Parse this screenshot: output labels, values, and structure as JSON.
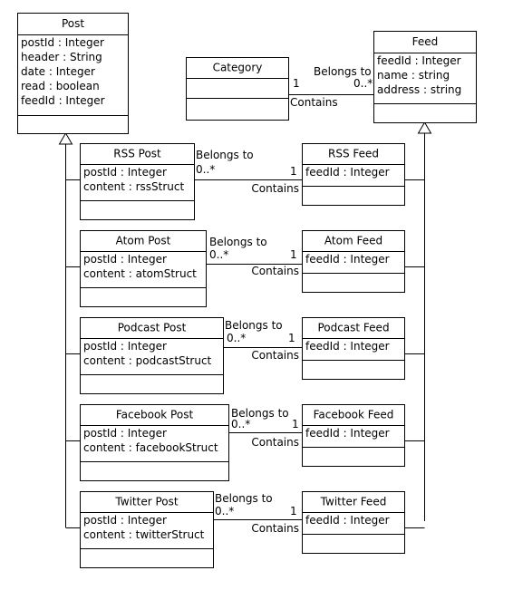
{
  "classes": [
    {
      "id": "post",
      "name": "Post",
      "attributes": [
        "postId : Integer",
        "header : String",
        "date : Integer",
        "read : boolean",
        "feedId : Integer"
      ]
    },
    {
      "id": "category",
      "name": "Category",
      "attributes": []
    },
    {
      "id": "feed",
      "name": "Feed",
      "attributes": [
        "feedId : Integer",
        "name : string",
        "address : string"
      ]
    },
    {
      "id": "rss-post",
      "name": "RSS Post",
      "attributes": [
        "postId : Integer",
        "content : rssStruct"
      ]
    },
    {
      "id": "rss-feed",
      "name": "RSS Feed",
      "attributes": [
        "feedId : Integer"
      ]
    },
    {
      "id": "atom-post",
      "name": "Atom Post",
      "attributes": [
        "postId : Integer",
        "content : atomStruct"
      ]
    },
    {
      "id": "atom-feed",
      "name": "Atom Feed",
      "attributes": [
        "feedId : Integer"
      ]
    },
    {
      "id": "podcast-post",
      "name": "Podcast Post",
      "attributes": [
        "postId : Integer",
        "content : podcastStruct"
      ]
    },
    {
      "id": "podcast-feed",
      "name": "Podcast Feed",
      "attributes": [
        "feedId : Integer"
      ]
    },
    {
      "id": "facebook-post",
      "name": "Facebook Post",
      "attributes": [
        "postId : Integer",
        "content : facebookStruct"
      ]
    },
    {
      "id": "facebook-feed",
      "name": "Facebook Feed",
      "attributes": [
        "feedId : Integer"
      ]
    },
    {
      "id": "twitter-post",
      "name": "Twitter Post",
      "attributes": [
        "postId : Integer",
        "content : twitterStruct"
      ]
    },
    {
      "id": "twitter-feed",
      "name": "Twitter Feed",
      "attributes": [
        "feedId : Integer"
      ]
    }
  ],
  "associations": [
    {
      "id": "category-feed",
      "from": "category",
      "to": "feed",
      "top_label": "Belongs to",
      "bottom_label": "Contains",
      "from_mult": "1",
      "to_mult": "0..*"
    },
    {
      "id": "rss",
      "from": "rss-post",
      "to": "rss-feed",
      "top_label": "Belongs to",
      "bottom_label": "Contains",
      "from_mult": "0..*",
      "to_mult": "1"
    },
    {
      "id": "atom",
      "from": "atom-post",
      "to": "atom-feed",
      "top_label": "Belongs to",
      "bottom_label": "Contains",
      "from_mult": "0..*",
      "to_mult": "1"
    },
    {
      "id": "podcast",
      "from": "podcast-post",
      "to": "podcast-feed",
      "top_label": "Belongs to",
      "bottom_label": "Contains",
      "from_mult": "0..*",
      "to_mult": "1"
    },
    {
      "id": "facebook",
      "from": "facebook-post",
      "to": "facebook-feed",
      "top_label": "Belongs to",
      "bottom_label": "Contains",
      "from_mult": "0..*",
      "to_mult": "1"
    },
    {
      "id": "twitter",
      "from": "twitter-post",
      "to": "twitter-feed",
      "top_label": "Belongs to",
      "bottom_label": "Contains",
      "from_mult": "0..*",
      "to_mult": "1"
    }
  ],
  "generalizations": [
    {
      "parent": "post",
      "children": [
        "rss-post",
        "atom-post",
        "podcast-post",
        "facebook-post",
        "twitter-post"
      ]
    },
    {
      "parent": "feed",
      "children": [
        "rss-feed",
        "atom-feed",
        "podcast-feed",
        "facebook-feed",
        "twitter-feed"
      ]
    }
  ]
}
